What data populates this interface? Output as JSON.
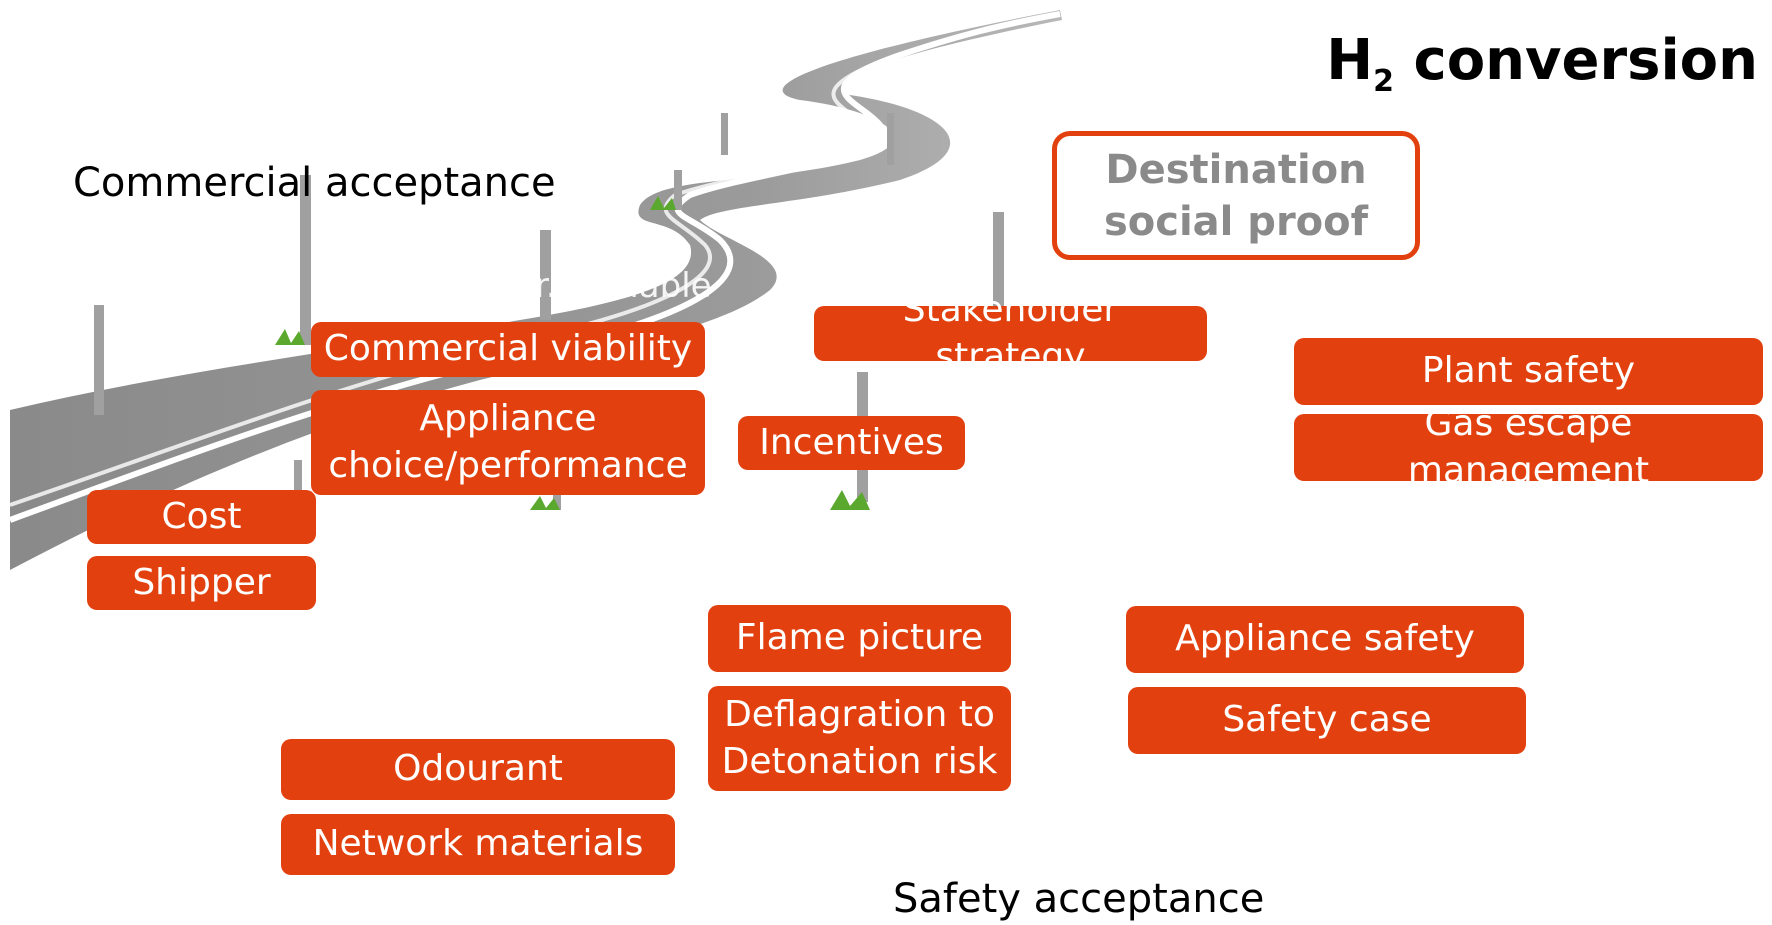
{
  "title": {
    "prefix": "H",
    "subscript": "2",
    "suffix": " conversion"
  },
  "labels": {
    "commercial": "Commercial acceptance",
    "safety": "Safety acceptance",
    "faded_road_text": "r...y viable"
  },
  "destination": {
    "line1": "Destination",
    "line2": "social proof"
  },
  "tags": {
    "commercial_viability": "Commercial viability",
    "appliance_choice_1": "Appliance",
    "appliance_choice_2": "choice/performance",
    "cost": "Cost",
    "shipper": "Shipper",
    "stakeholder_strategy": "Stakeholder strategy",
    "incentives": "Incentives",
    "plant_safety": "Plant safety",
    "gas_escape": "Gas escape management",
    "flame_picture": "Flame picture",
    "deflagration_1": "Deflagration to",
    "deflagration_2": "Detonation risk",
    "appliance_safety": "Appliance safety",
    "safety_case": "Safety case",
    "odourant": "Odourant",
    "network_materials": "Network materials"
  },
  "colors": {
    "accent": "#e2410f",
    "road": "#8c8c8c",
    "grass": "#5aa82e",
    "post": "#a0a0a0"
  }
}
